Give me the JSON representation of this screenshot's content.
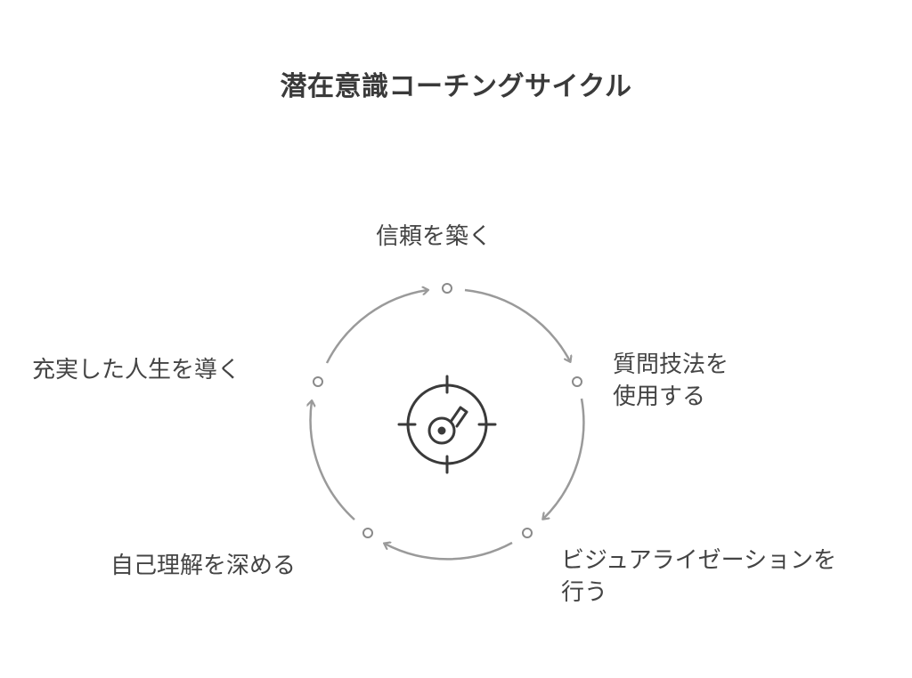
{
  "title": "潜在意識コーチングサイクル",
  "colors": {
    "text": "#444444",
    "arc": "#9a9a9a",
    "node": "#8a8a8a",
    "icon": "#3a3a3a"
  },
  "center_icon": "target-key-icon",
  "steps": [
    {
      "lines": [
        "信頼を築く"
      ]
    },
    {
      "lines": [
        "質問技法を",
        "使用する"
      ]
    },
    {
      "lines": [
        "ビジュアライゼーションを",
        "行う"
      ]
    },
    {
      "lines": [
        "自己理解を深める"
      ]
    },
    {
      "lines": [
        "充実した人生を導く"
      ]
    }
  ]
}
